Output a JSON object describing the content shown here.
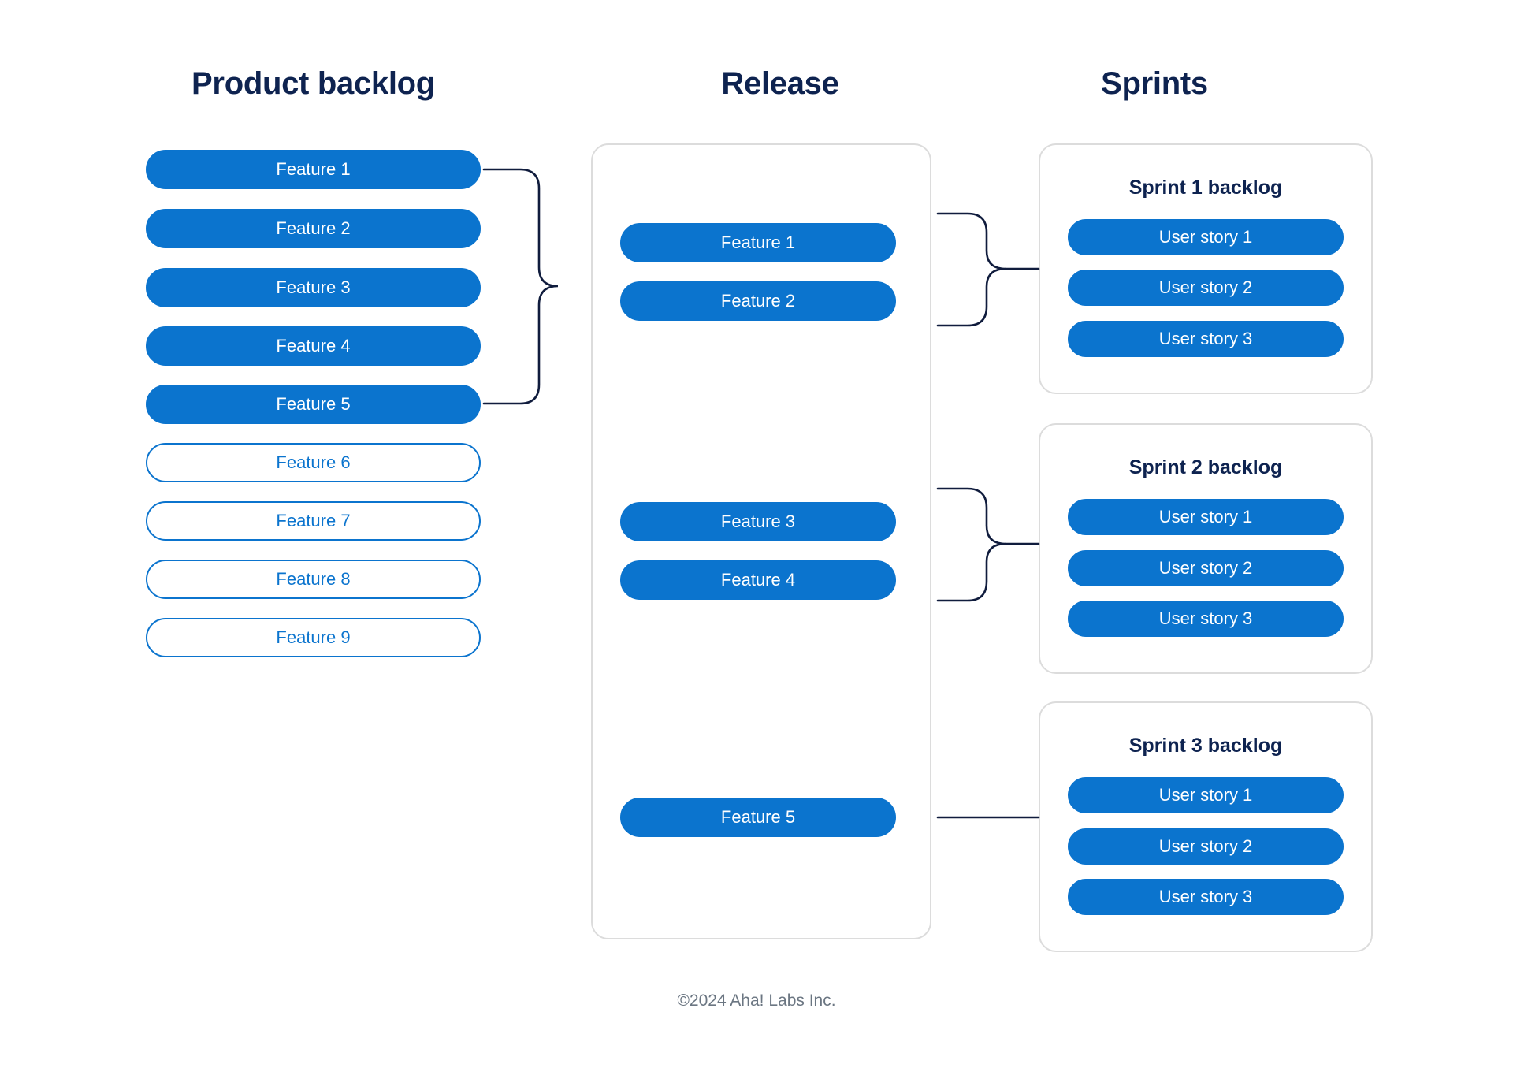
{
  "columns": {
    "backlog_title": "Product backlog",
    "release_title": "Release",
    "sprints_title": "Sprints"
  },
  "colors": {
    "pill_blue": "#0b74ce",
    "heading_navy": "#0e2350",
    "panel_border": "#dcdcdc",
    "connector": "#101c3d",
    "footer_text": "#6b7682",
    "background": "#ffffff"
  },
  "product_backlog": {
    "items": [
      {
        "label": "Feature 1",
        "style": "filled"
      },
      {
        "label": "Feature 2",
        "style": "filled"
      },
      {
        "label": "Feature 3",
        "style": "filled"
      },
      {
        "label": "Feature 4",
        "style": "filled"
      },
      {
        "label": "Feature 5",
        "style": "filled"
      },
      {
        "label": "Feature 6",
        "style": "outline"
      },
      {
        "label": "Feature 7",
        "style": "outline"
      },
      {
        "label": "Feature 8",
        "style": "outline"
      },
      {
        "label": "Feature 9",
        "style": "outline"
      }
    ]
  },
  "release": {
    "items": [
      {
        "label": "Feature 1"
      },
      {
        "label": "Feature 2"
      },
      {
        "label": "Feature 3"
      },
      {
        "label": "Feature 4"
      },
      {
        "label": "Feature 5"
      }
    ]
  },
  "sprints": [
    {
      "title": "Sprint 1 backlog",
      "stories": [
        "User story 1",
        "User story 2",
        "User story 3"
      ]
    },
    {
      "title": "Sprint 2 backlog",
      "stories": [
        "User story 1",
        "User story 2",
        "User story 3"
      ]
    },
    {
      "title": "Sprint 3 backlog",
      "stories": [
        "User story 1",
        "User story 2",
        "User story 3"
      ]
    }
  ],
  "connectors": [
    {
      "name": "backlog-to-release-brace",
      "kind": "brace"
    },
    {
      "name": "release-to-sprint-1-brace",
      "kind": "brace"
    },
    {
      "name": "release-to-sprint-2-brace",
      "kind": "brace"
    },
    {
      "name": "release-to-sprint-3-line",
      "kind": "line"
    }
  ],
  "footer": {
    "copyright": "©2024 Aha! Labs Inc."
  }
}
